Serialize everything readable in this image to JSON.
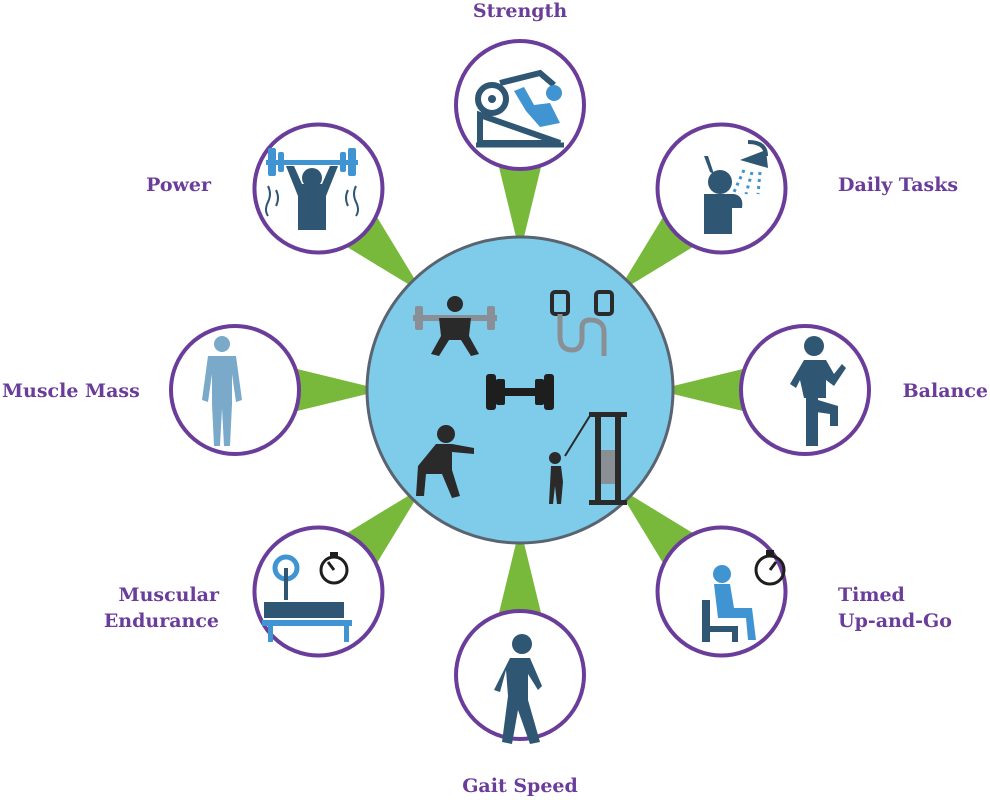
{
  "colors": {
    "hub_fill": "#7ecbea",
    "hub_stroke": "#5a6470",
    "spoke": "#78b83a",
    "ring": "#6a3d9a",
    "label": "#6a3d9a",
    "icon_dark": "#2f5673",
    "icon_light": "#3f94d1",
    "icon_grey": "#8a8f96"
  },
  "center": {
    "icons": [
      "squat-barbell-icon",
      "resistance-band-icon",
      "dumbbell-icon",
      "bodyweight-squat-icon",
      "cable-machine-icon"
    ]
  },
  "outcomes": [
    {
      "id": "strength",
      "label_lines": [
        "Strength"
      ],
      "icon": "leg-press-icon"
    },
    {
      "id": "daily-tasks",
      "label_lines": [
        "Daily Tasks"
      ],
      "icon": "shower-icon"
    },
    {
      "id": "balance",
      "label_lines": [
        "Balance"
      ],
      "icon": "one-leg-stand-icon"
    },
    {
      "id": "timed-up-and-go",
      "label_lines": [
        "Timed",
        "Up-and-Go"
      ],
      "icon": "sitting-stopwatch-icon"
    },
    {
      "id": "gait-speed",
      "label_lines": [
        "Gait Speed"
      ],
      "icon": "walking-icon"
    },
    {
      "id": "muscular-endurance",
      "label_lines": [
        "Muscular",
        "Endurance"
      ],
      "icon": "bench-press-stopwatch-icon"
    },
    {
      "id": "muscle-mass",
      "label_lines": [
        "Muscle Mass"
      ],
      "icon": "muscle-body-icon"
    },
    {
      "id": "power",
      "label_lines": [
        "Power"
      ],
      "icon": "overhead-lift-icon"
    }
  ]
}
